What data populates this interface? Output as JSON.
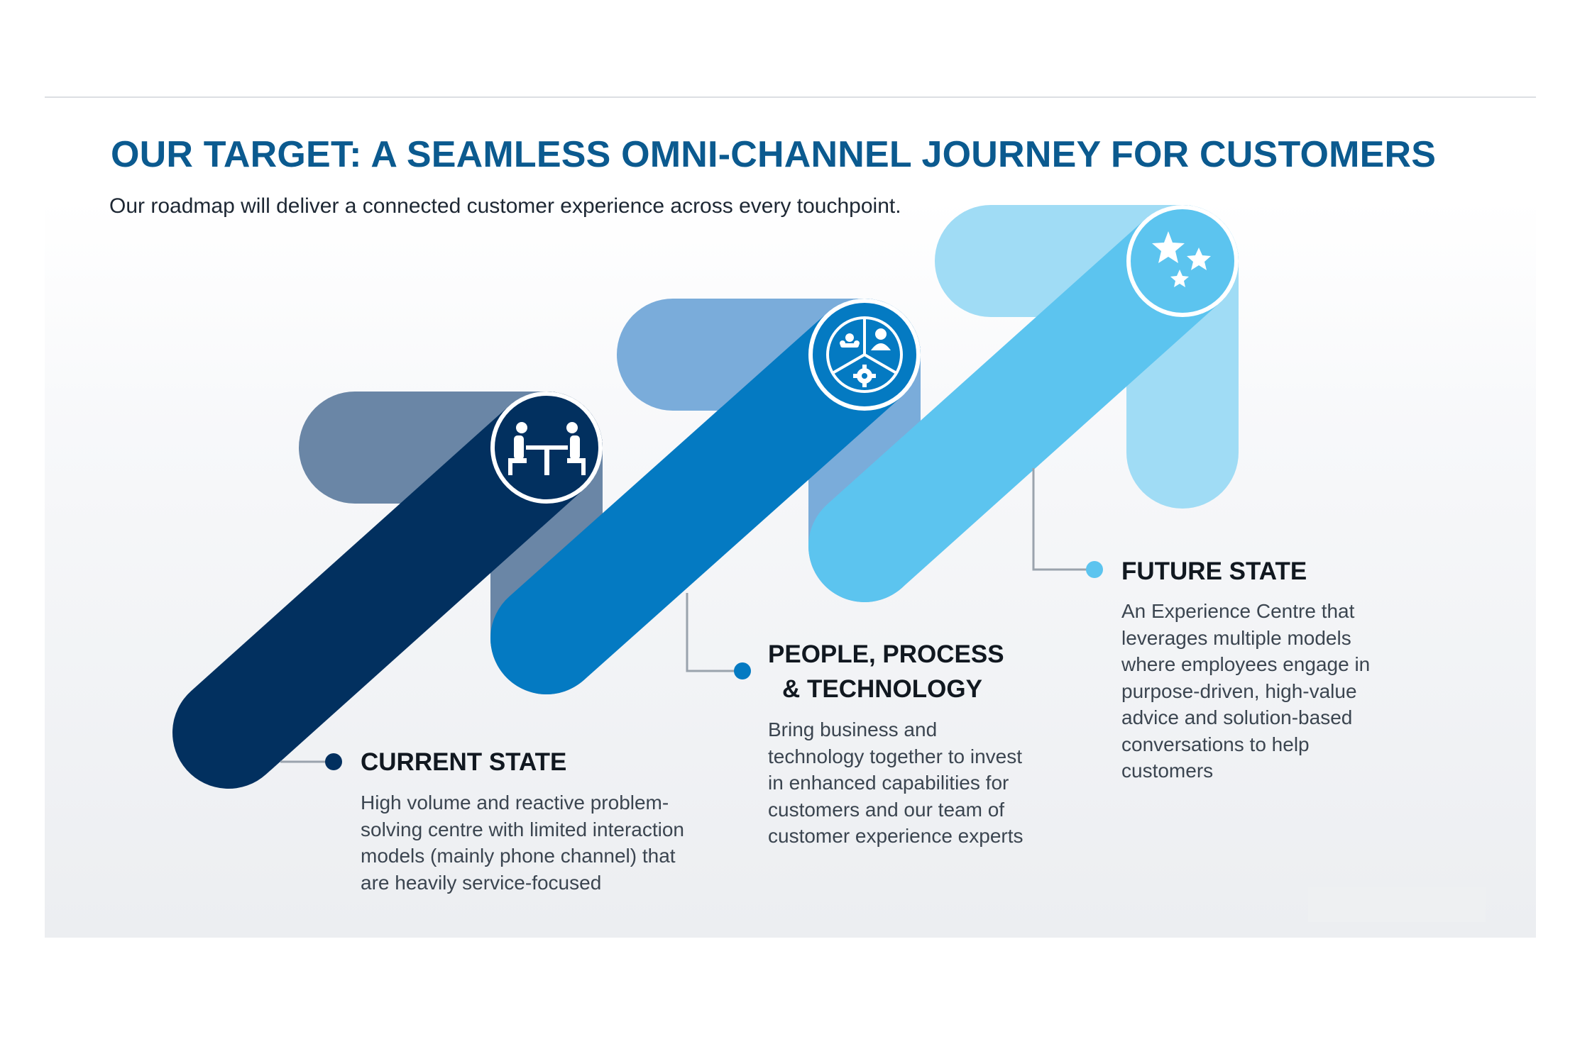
{
  "title": "OUR TARGET: A SEAMLESS OMNI-CHANNEL JOURNEY FOR CUSTOMERS",
  "subtitle": "Our roadmap will deliver a connected customer experience across every touchpoint.",
  "colors": {
    "title": "#0b5a8f",
    "stage1": "#02305f",
    "stage1_light": "#6a86a6",
    "stage2": "#047ac2",
    "stage2_light": "#7aacda",
    "stage3": "#5cc4ef",
    "stage3_light": "#a0dcf5"
  },
  "stages": [
    {
      "icon": "meeting-table-icon",
      "heading_lines": [
        "CURRENT STATE"
      ],
      "body_lines": [
        "High volume and reactive problem-",
        "solving centre with limited interaction",
        "models (mainly phone channel) that",
        "are heavily service-focused"
      ]
    },
    {
      "icon": "people-process-technology-icon",
      "heading_lines": [
        "PEOPLE, PROCESS",
        "& TECHNOLOGY"
      ],
      "body_lines": [
        "Bring business and",
        "technology together to invest",
        "in enhanced capabilities for",
        "customers and our team of",
        "customer experience experts"
      ]
    },
    {
      "icon": "stars-icon",
      "heading_lines": [
        "FUTURE STATE"
      ],
      "body_lines": [
        "An Experience Centre that",
        "leverages multiple models",
        "where employees engage in",
        "purpose-driven, high-value",
        "advice and solution-based",
        "conversations to help",
        "customers"
      ]
    }
  ]
}
